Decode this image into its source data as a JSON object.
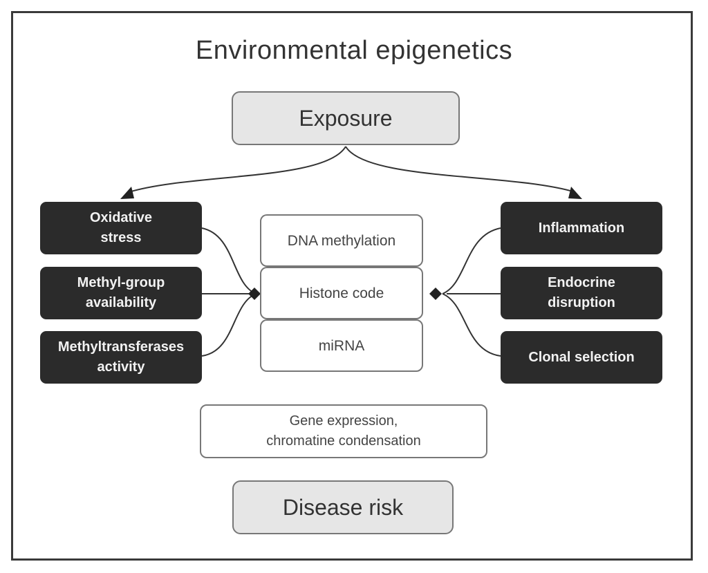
{
  "title": "Environmental epigenetics",
  "exposure": "Exposure",
  "left_factors": [
    "Oxidative\nstress",
    "Methyl-group\navailability",
    "Methyltransferases\nactivity"
  ],
  "mechanisms": [
    "DNA methylation",
    "Histone code",
    "miRNA"
  ],
  "right_factors": [
    "Inflammation",
    "Endocrine\ndisruption",
    "Clonal selection"
  ],
  "outcome_detail": "Gene expression,\nchromatine condensation",
  "disease_risk": "Disease risk",
  "colors": {
    "dark_box": "#2b2b2b",
    "light_box": "#e6e6e6",
    "line": "#333333"
  }
}
